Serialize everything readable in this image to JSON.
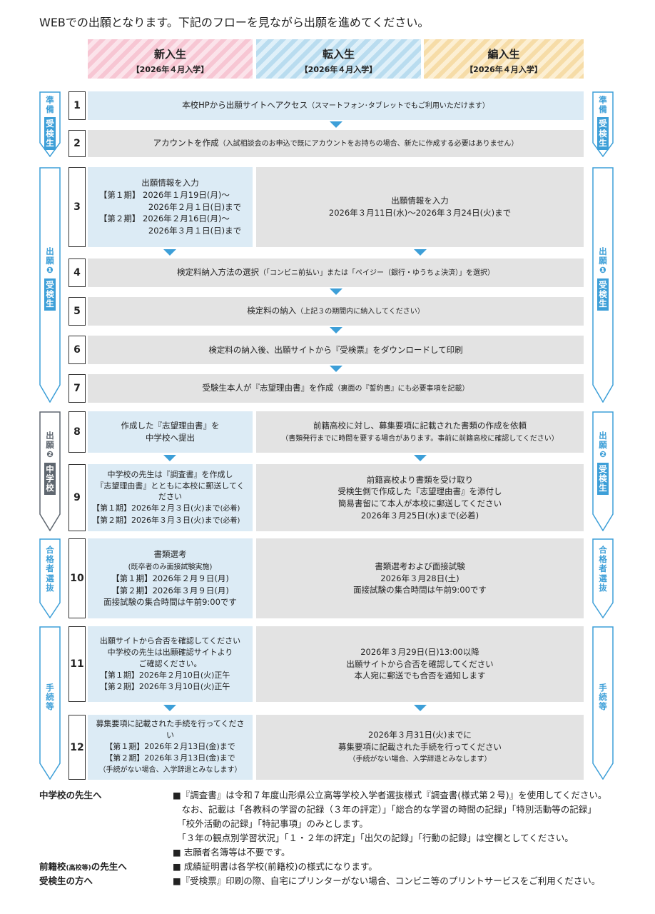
{
  "intro": "WEBでの出願となります。下記のフローを見ながら出願を進めてください。",
  "headers": [
    {
      "title": "新入生",
      "sub": "【2026年４月入学】"
    },
    {
      "title": "転入生",
      "sub": "【2026年４月入学】"
    },
    {
      "title": "編入生",
      "sub": "【2026年４月入学】"
    }
  ],
  "side": {
    "prep": [
      "準",
      "備"
    ],
    "prep_tag": [
      "受",
      "検",
      "生"
    ],
    "app1": [
      "出",
      "願",
      "❶"
    ],
    "app1_tag": [
      "受",
      "検",
      "生"
    ],
    "app2": [
      "出",
      "願",
      "❷"
    ],
    "app2_left_tag": [
      "中",
      "学",
      "校"
    ],
    "app2_right_tag": [
      "受",
      "検",
      "生"
    ],
    "pass": [
      "合",
      "格",
      "者",
      "選",
      "抜"
    ],
    "proc": [
      "手",
      "続",
      "等"
    ]
  },
  "steps": {
    "s1": {
      "num": "1",
      "text": "本校HPから出願サイトへアクセス",
      "note": "（スマートフォン･タブレットでもご利用いただけます）"
    },
    "s2": {
      "num": "2",
      "text": "アカウントを作成",
      "note": "（入試相談会のお申込で既にアカウントをお持ちの場合、新たに作成する必要はありません）"
    },
    "s3": {
      "num": "3",
      "left": [
        "出願情報を入力",
        "【第１期】 2026年１月19日(月)～",
        "2026年２月１日(日)まで",
        "【第２期】 2026年２月16日(月)～",
        "2026年３月１日(日)まで"
      ],
      "right": [
        "出願情報を入力",
        "2026年３月11日(水)～2026年３月24日(火)まで"
      ]
    },
    "s4": {
      "num": "4",
      "text": "検定料納入方法の選択",
      "note": "（「コンビニ前払い」または「ペイジー（銀行・ゆうちょ決済）」を選択）"
    },
    "s5": {
      "num": "5",
      "text": "検定料の納入",
      "note": "（上記３の期間内に納入してください）"
    },
    "s6": {
      "num": "6",
      "text": "検定料の納入後、出願サイトから『受検票』をダウンロードして印刷",
      "note": ""
    },
    "s7": {
      "num": "7",
      "text": "受験生本人が『志望理由書』を作成",
      "note": "（裏面の『誓約書』にも必要事項を記載）"
    },
    "s8": {
      "num": "8",
      "left": [
        "作成した『志望理由書』を",
        "中学校へ提出"
      ],
      "right": [
        "前籍高校に対し、募集要項に記載された書類の作成を依頼"
      ],
      "right_note": "（書類発行までに時間を要する場合があります。事前に前籍高校に確認してください）"
    },
    "s9": {
      "num": "9",
      "left": [
        "中学校の先生は『調査書』を作成し",
        "『志望理由書』とともに本校に郵送してください",
        "【第１期】2026年２月３日(火)まで",
        "【第２期】2026年３月３日(火)まで"
      ],
      "left_mark": "(必着)",
      "right": [
        "前籍高校より書類を受け取り",
        "受検生側で作成した『志望理由書』を添付し",
        "簡易書留にて本人が本校に郵送してください",
        "2026年３月25日(水)まで(必着)"
      ]
    },
    "s10": {
      "num": "10",
      "left": [
        "書類選考",
        "(既卒者のみ面接試験実施)",
        "【第１期】2026年２月９日(月)",
        "【第２期】2026年３月９日(月)",
        "面接試験の集合時間は午前9:00です"
      ],
      "right": [
        "書類選考および面接試験",
        "2026年３月28日(土)",
        "面接試験の集合時間は午前9:00です"
      ]
    },
    "s11": {
      "num": "11",
      "left": [
        "出願サイトから合否を確認してください",
        "中学校の先生は出願確認サイトより",
        "ご確認ください。",
        "【第１期】2026年２月10日(火)正午",
        "【第２期】2026年３月10日(火)正午"
      ],
      "right": [
        "2026年３月29日(日)13:00以降",
        "出願サイトから合否を確認してください",
        "本人宛に郵送でも合否を通知します"
      ]
    },
    "s12": {
      "num": "12",
      "left": [
        "募集要項に記載された手続を行ってください",
        "【第１期】2026年２月13日(金)まで",
        "【第２期】2026年３月13日(金)まで",
        "（手続がない場合、入学辞退とみなします）"
      ],
      "right": [
        "2026年３月31日(火)までに",
        "募集要項に記載された手続を行ってください",
        "（手続がない場合、入学辞退とみなします）"
      ]
    }
  },
  "notes": {
    "teacher_label": "中学校の先生へ",
    "teacher_lines": [
      "■『調査書』は令和７年度山形県公立高等学校入学者選抜様式『調査書(様式第２号)』を使用してください。",
      "　なお、記載は「各教科の学習の記録（３年の評定）」「総合的な学習の時間の記録」「特別活動等の記録」",
      "　「校外活動の記録」「特記事項」のみとします。",
      "　「３年の観点別学習状況」「１・２年の評定」「出欠の記録」「行動の記録」は空欄としてください。",
      "■ 志願者名簿等は不要です。"
    ],
    "prev_label_a": "前籍校",
    "prev_label_b": "(高校等)",
    "prev_label_c": "の先生へ",
    "prev_line": "■ 成績証明書は各学校(前籍校)の様式になります。",
    "student_label": "受検生の方へ",
    "student_line": "■『受検票』印刷の際、自宅にプリンターがない場合、コンビニ等のプリントサービスをご利用ください。"
  },
  "colors": {
    "accent": "#3d9fd8",
    "gray_tag": "#5f6770",
    "blue_box": "#dcebf5",
    "gray_box": "#e3e3e3"
  }
}
